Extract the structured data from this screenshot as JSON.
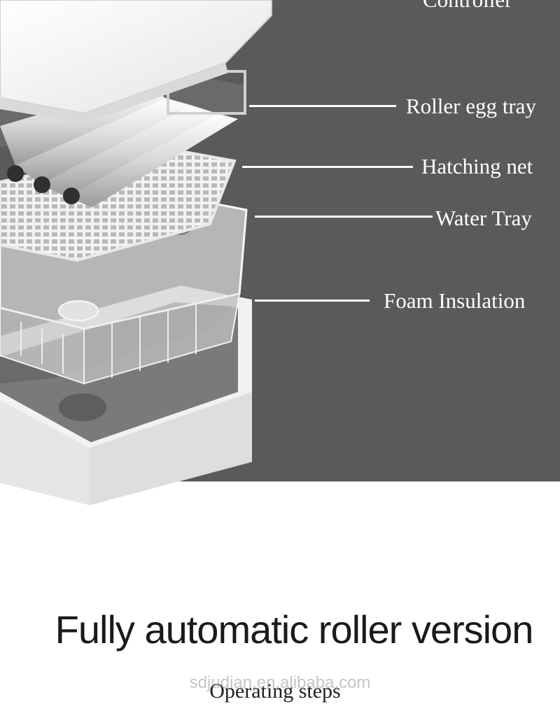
{
  "components": {
    "controller": "Controller",
    "roller_egg_tray": "Roller egg tray",
    "hatching_net": "Hatching net",
    "water_tray": "Water Tray",
    "foam_insulation": "Foam Insulation"
  },
  "headline": "Fully automatic roller version",
  "subheading": "Operating steps",
  "watermark": "sdjudian.en.alibaba.com",
  "colors": {
    "panel_background": "#5a5a5a",
    "label_text": "#ffffff",
    "page_background": "#ffffff"
  }
}
